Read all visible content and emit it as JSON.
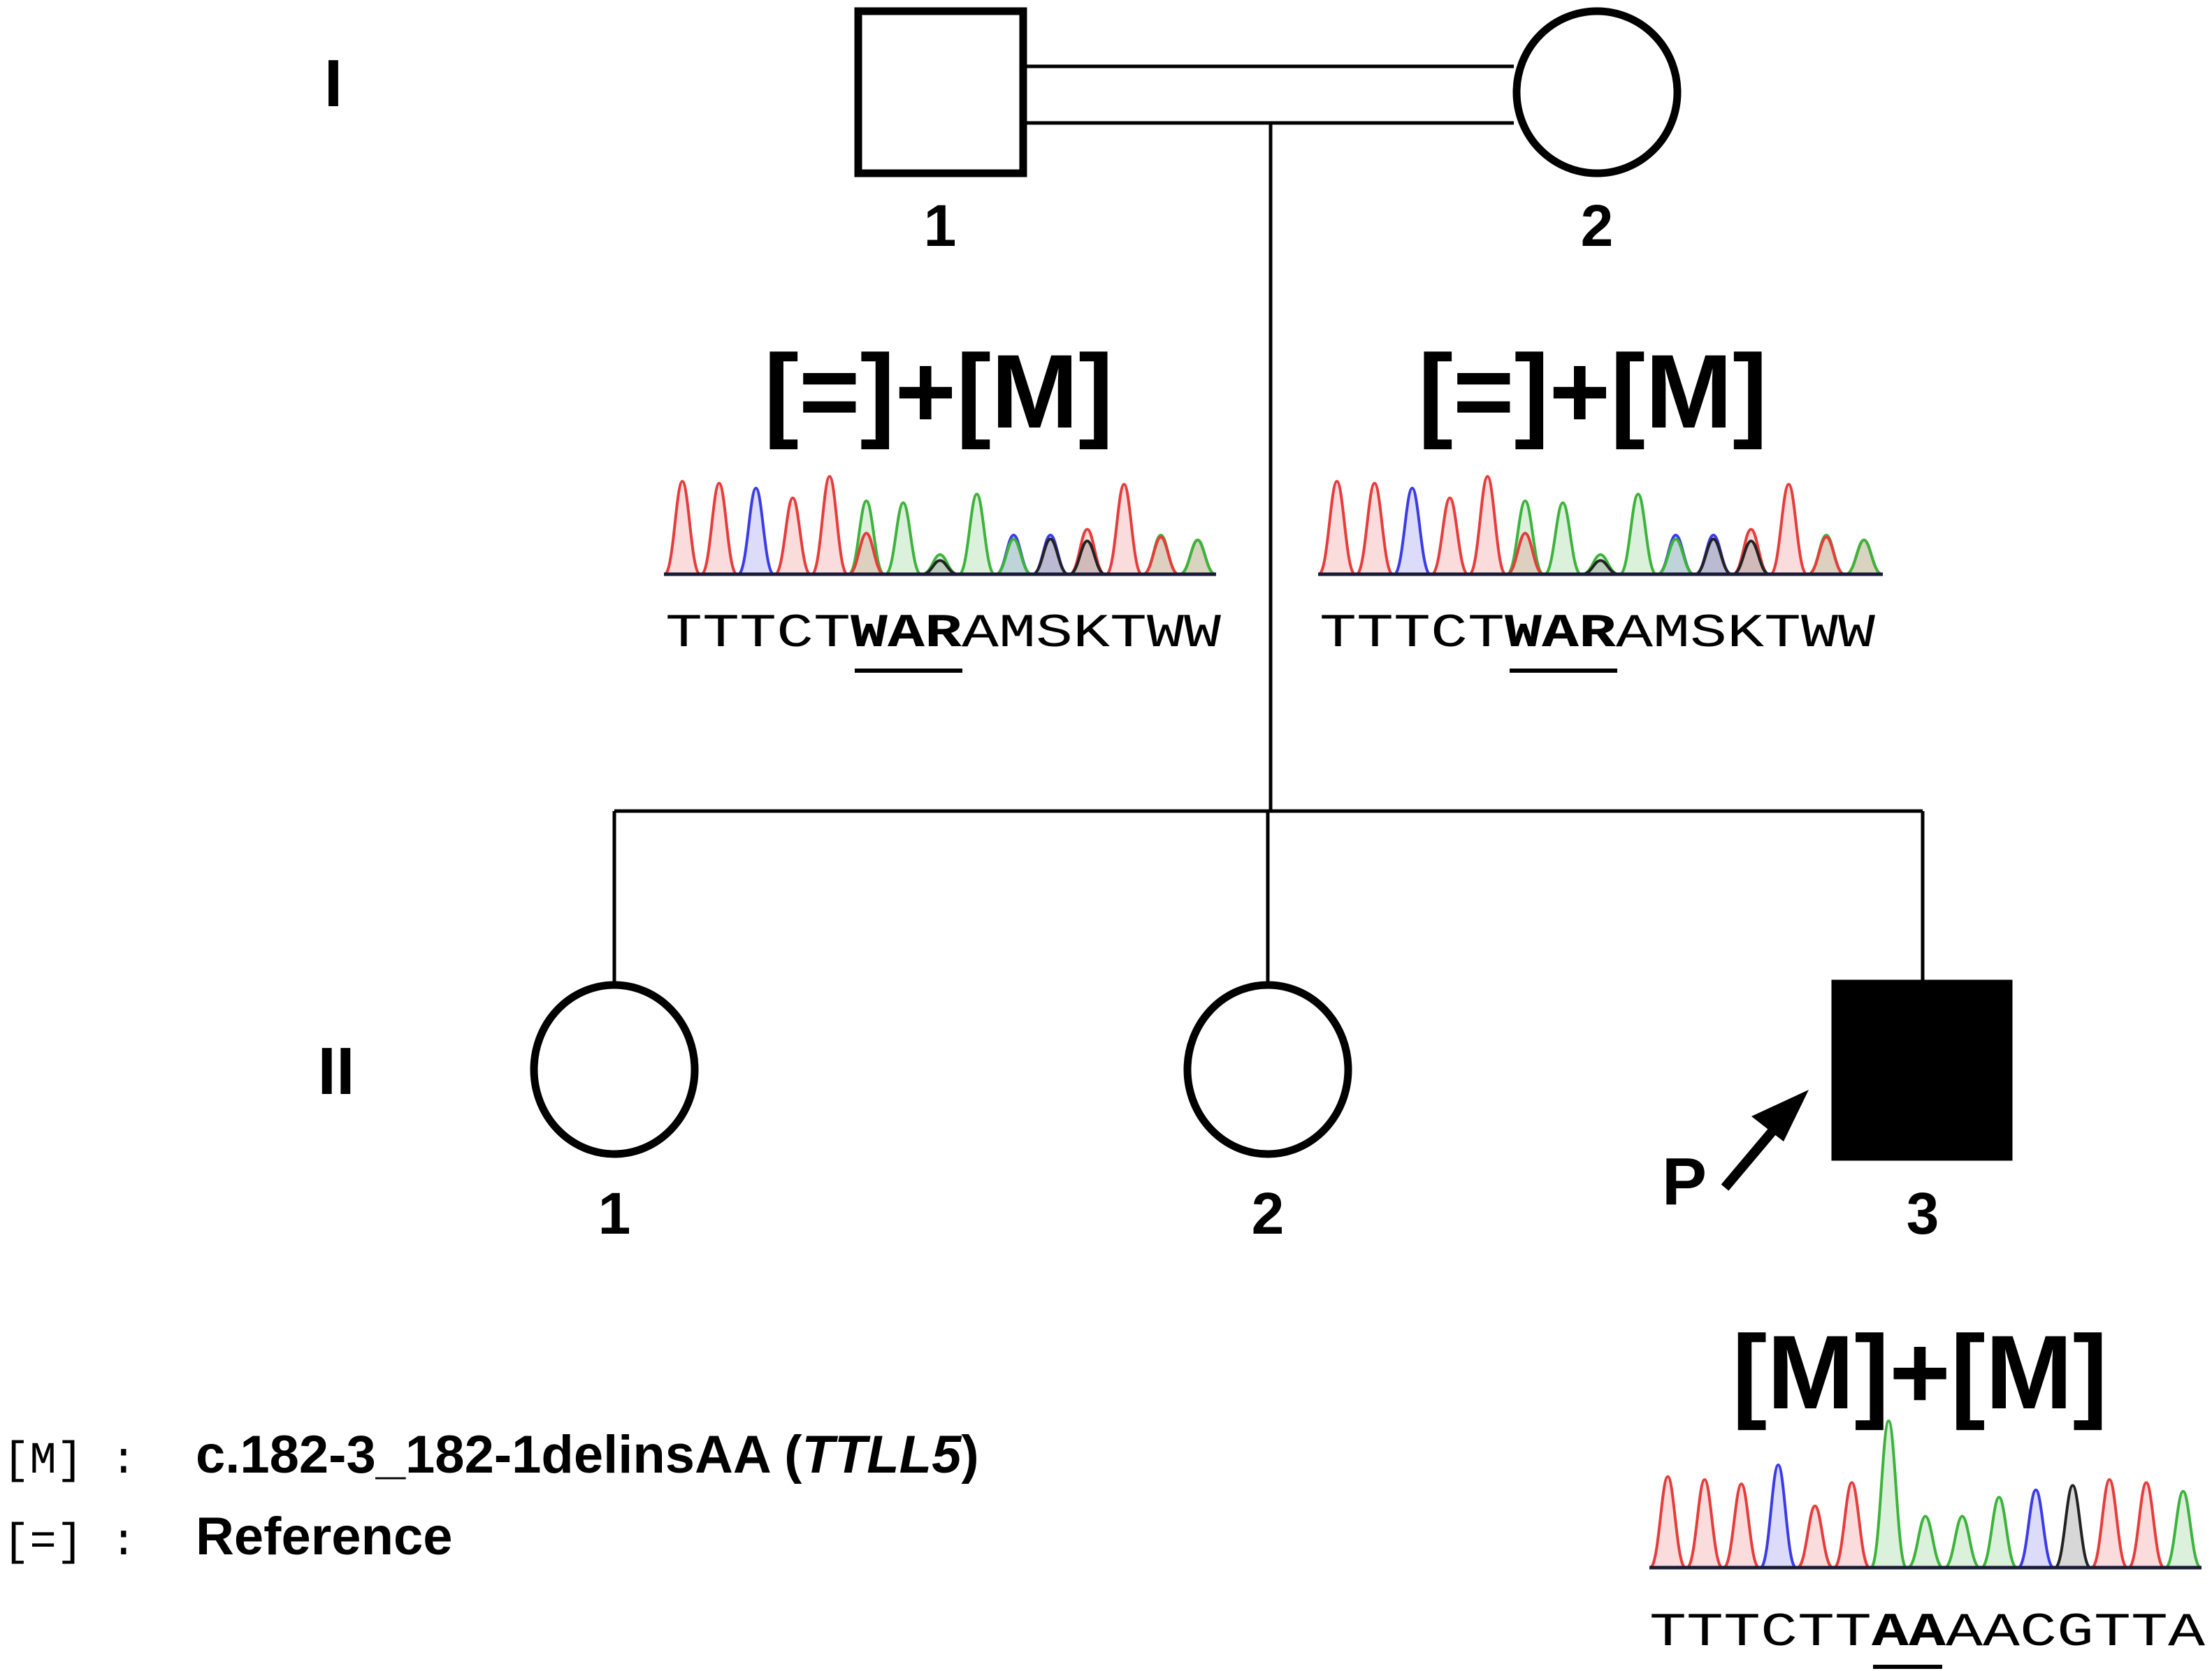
{
  "generations": [
    {
      "label": "I"
    },
    {
      "label": "II"
    }
  ],
  "individuals": {
    "I-1": {
      "number": "1",
      "sex": "male",
      "affected": false,
      "genotype": "[=]+[M]"
    },
    "I-2": {
      "number": "2",
      "sex": "female",
      "affected": false,
      "genotype": "[=]+[M]"
    },
    "II-1": {
      "number": "1",
      "sex": "female",
      "affected": false
    },
    "II-2": {
      "number": "2",
      "sex": "female",
      "affected": false
    },
    "II-3": {
      "number": "3",
      "sex": "male",
      "affected": true,
      "proband": true,
      "genotype": "[M]+[M]"
    }
  },
  "relationship": {
    "consanguineous": true
  },
  "proband_marker": {
    "label": "P",
    "icon": "arrow-up-right-icon"
  },
  "chromatograms": {
    "I-1": {
      "sequence_prefix": "TTTCT",
      "sequence_highlight": "WAR",
      "sequence_suffix": "AMSKTWW",
      "colors": {
        "A": "#3cb43c",
        "C": "#3c3ce6",
        "G": "#222222",
        "T": "#e63c3c"
      }
    },
    "I-2": {
      "sequence_prefix": "TTTCT",
      "sequence_highlight": "WAR",
      "sequence_suffix": "AMSKTWW"
    },
    "II-3": {
      "sequence_prefix": "TTTCTT",
      "sequence_highlight": "AA",
      "sequence_suffix": "AACGTTA"
    }
  },
  "legend": {
    "items": [
      {
        "key": "[M] :",
        "text": "c.182-3_182-1delinsAA (",
        "gene": "TTLL5",
        "close": ")"
      },
      {
        "key": "[=] :",
        "text": "Reference"
      }
    ]
  }
}
